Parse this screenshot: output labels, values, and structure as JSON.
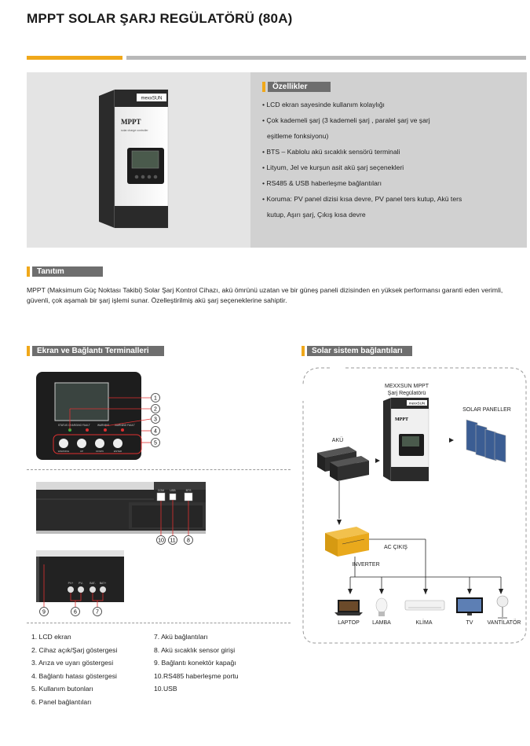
{
  "header": {
    "title": "MPPT SOLAR ŞARJ REGÜLATÖRÜ (80A)"
  },
  "device": {
    "brand": "mexxSUN",
    "model": "MPPT",
    "subtitle": "solar charge controller"
  },
  "features": {
    "heading": "Özellikler",
    "items": [
      "• LCD ekran sayesinde kullanım kolaylığı",
      "• Çok kademeli şarj (3 kademeli şarj , paralel şarj ve şarj",
      "eşitleme fonksiyonu)",
      "• BTS – Kablolu akü sıcaklık sensörü terminali",
      "• Lityum, Jel ve kurşun asit akü şarj seçenekleri",
      "• RS485 & USB haberleşme bağlantıları",
      "• Koruma: PV panel dizisi kısa devre, PV panel ters kutup, Akü ters",
      "kutup, Aşırı şarj, Çıkış kısa devre"
    ]
  },
  "description": {
    "heading": "Tanıtım",
    "text": "MPPT (Maksimum Güç Noktası Takibi) Solar Şarj Kontrol Cihazı, akü ömrünü uzatan ve bir güneş paneli dizisinden en yüksek performansı garanti eden verimli, güvenli, çok aşamalı bir şarj işlemi sunar. Özelleştirilmiş akü şarj seçeneklerine sahiptir."
  },
  "terminals": {
    "heading": "Ekran ve Bağlantı Terminalleri",
    "callouts": [
      "1",
      "2",
      "3",
      "4",
      "5"
    ],
    "side_callouts": [
      "10",
      "11",
      "8"
    ],
    "bottom_callouts": [
      "9",
      "6",
      "7"
    ],
    "front_labels": [
      "STATUS CHARGING",
      "FAULT",
      "WARNING",
      "WARNING FAULT"
    ],
    "button_labels": [
      "WARNING",
      "UP",
      "DOWN",
      "ENTER"
    ],
    "port_labels": [
      "COM",
      "USB",
      "BTS"
    ],
    "terminal_labels": [
      "PV+",
      "PV-",
      "BAT-",
      "BAT+"
    ],
    "legend_left": [
      "1.  LCD ekran",
      "2.  Cihaz açık/Şarj göstergesi",
      "3.  Arıza ve uyarı göstergesi",
      "4.  Bağlantı hatası göstergesi",
      "5.  Kullanım butonları",
      "6.  Panel bağlantıları"
    ],
    "legend_right": [
      "7.  Akü bağlantıları",
      "8.  Akü sıcaklık sensor girişi",
      "9.  Bağlantı konektör kapağı",
      "10.RS485 haberleşme portu",
      "10.USB"
    ]
  },
  "system": {
    "heading": "Solar sistem bağlantıları",
    "controller_label_1": "MEXXSUN MPPT",
    "controller_label_2": "Şarj Regülatörü",
    "panels_label": "SOLAR PANELLER",
    "battery_label": "AKÜ",
    "ac_label": "AC ÇIKIŞ",
    "inverter_label": "INVERTER",
    "loads": [
      "LAPTOP",
      "LAMBA",
      "KLİMA",
      "TV",
      "VANTİLATÖR"
    ]
  },
  "colors": {
    "accent": "#f0a81a",
    "heading_bg": "#6e6e6e",
    "inverter": "#e9a91c"
  }
}
